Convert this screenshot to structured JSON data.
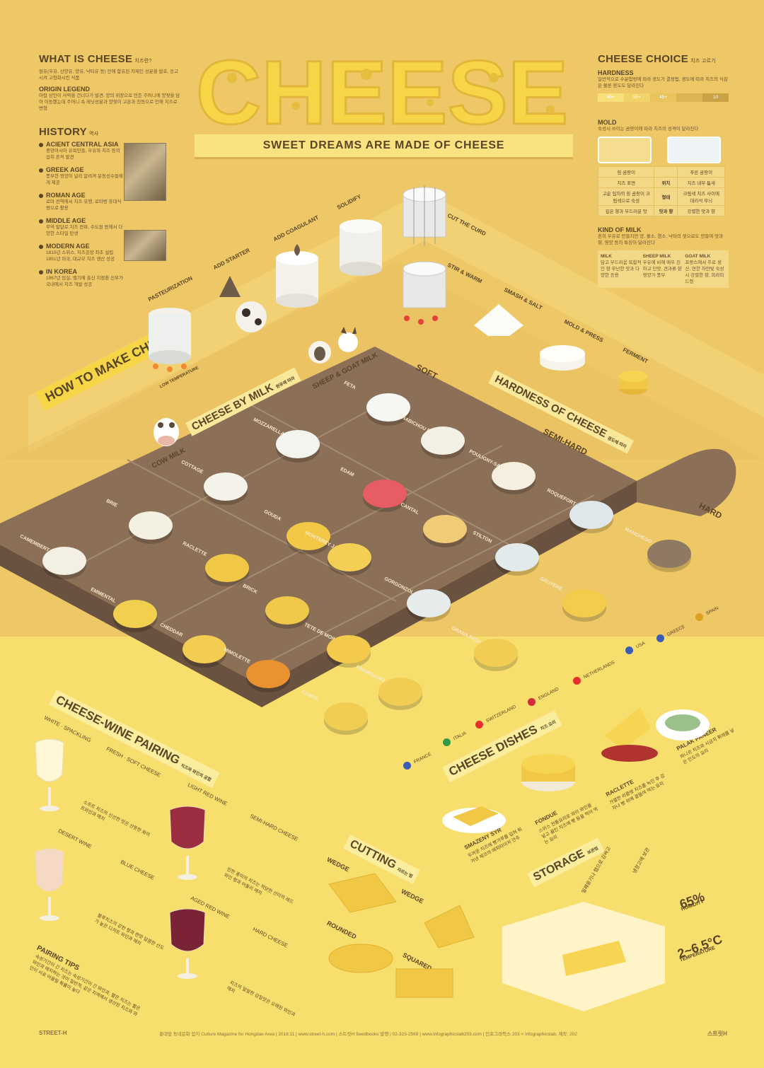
{
  "title": "CHEESE",
  "subtitle": "SWEET DREAMS ARE MADE OF CHEESE",
  "what_is": {
    "heading": "WHAT IS CHEESE",
    "heading_kr": "치즈란?",
    "text": "원유(우유, 산양유, 양유, 낙타유 등) 안에 함유된 카제인 성분을 발효, 응고시켜 고형화시킨 식품",
    "origin_heading": "ORIGIN LEGEND",
    "origin_text": "아랍 상인이 사막을 건너다가 발견. 양의 위장으로 만든 주머니에 양젖을 담아 이동했는데 주머니 속 레닛성분과 양젖이 고온과 진동으로 인해 치즈로 변형"
  },
  "history": {
    "heading": "HISTORY",
    "heading_kr": "역사",
    "items": [
      {
        "title": "ACIENT CENTRAL ASIA",
        "text": "중앙아시아 유목민들, 우유와 치즈 등의 섭취 흔적 발견"
      },
      {
        "title": "GREEK AGE",
        "text": "풍부한 영양이 널리 알려져 운동선수들에게 제공"
      },
      {
        "title": "ROMAN AGE",
        "text": "로마 전역에서 치즈 유행, 로마병 휴대식량으로 활용"
      },
      {
        "title": "MIDDLE AGE",
        "text": "무역 발달로 치즈 전파, 수도원 등에서 다양한 스타일 탄생"
      },
      {
        "title": "MODERN AGE",
        "text": "1815년 스위스, 치즈공장 최초 설립 1851년 미국, 대규모 치즈 생산 성공"
      },
      {
        "title": "IN KOREA",
        "text": "1967년 임실, 벨기에 출신 지정환 신부가 국내에서 치즈 개발 성공"
      }
    ]
  },
  "choice": {
    "heading": "CHEESE CHOICE",
    "heading_kr": "치즈 고르기",
    "hardness_heading": "HARDNESS",
    "hardness_text": "일반적으로 수분함량에 따라 경도가 결정됨, 경도에 따라 치즈의 식감은 물론 용도도 달라진다",
    "hardness_levels": [
      "80+",
      "55+",
      "45+",
      "",
      "10"
    ],
    "mold_heading": "MOLD",
    "mold_text": "숙성시 쓰이는 곰팡이에 따라 치즈의 성격이 달라진다",
    "mold_rows": [
      [
        "흰 곰팡이",
        "",
        "푸른 곰팡이"
      ],
      [
        "치즈 표면",
        "위치",
        "치즈 내부 틈새"
      ],
      [
        "고운 입자의 흰 곰팡이 크림색으로 숙성",
        "형태",
        "크림색 치즈 사이에 대리석 무늬"
      ],
      [
        "깊은 향과 부드러운 맛",
        "맛과 향",
        "강렬한 맛과 향"
      ]
    ],
    "milk_heading": "KIND OF MILK",
    "milk_text": "흔히 우유로 만들지만 양, 물소, 염소, 낙타의 젖으로도 만들며 맛과 향, 영양 등의 특징이 달라진다",
    "milk_cols": [
      {
        "name": "MILK",
        "text": "담고 부드러움 복합적인 향 무난한 맛과 다양한 응용"
      },
      {
        "name": "SHEEP MILK",
        "text": "우유에 비해 매우 진하고 단맛, 견과류 향 영양가 풍부"
      },
      {
        "name": "GOAT MILK",
        "text": "프랑스에서 주로 생산, 연한 하얀빛 숙성시 강렬한 향, 피라미드형"
      }
    ]
  },
  "how_to_make": {
    "label": "HOW TO MAKE CHEESE",
    "steps": [
      "PASTEURIZATION",
      "ADD STARTER",
      "ADD COAGULANT",
      "SOLIDIFY",
      "CUT THE CURD",
      "STIR & WARM",
      "SMASH & SALT",
      "MOLD & PRESS",
      "FERMENT"
    ],
    "low_temp": "LOW TEMPERATURE"
  },
  "board": {
    "by_milk": "CHEESE BY MILK",
    "by_milk_kr": "원유에 따라",
    "hardness": "HARDNESS OF CHEESE",
    "hardness_kr": "경도에 따라",
    "axes": [
      "SHEEP & GOAT MILK",
      "COW MILK",
      "SOFT",
      "SEMI-HARD",
      "HARD"
    ],
    "cheeses": [
      "FETA",
      "MOZZARELLA",
      "COTTAGE",
      "CHABICHOU DU POITOU",
      "EDAM",
      "POULIGNY-SAINT-PIERRE",
      "ROQUEFORT",
      "BRIE",
      "GOUDA",
      "CANTAL",
      "CAMEMBERT",
      "RACLETTE",
      "MONTEREY JACK",
      "STILTON",
      "MANCHEGO",
      "EMMENTAL",
      "BRICK",
      "GORGONZOLA",
      "GRUYERE",
      "CHEDDAR",
      "TETE DE MOINE",
      "GRANA PADANO",
      "MIMOLETTE",
      "PARMIGIANO-REGGIANO",
      "COMTE"
    ],
    "countries": [
      "FRANCE",
      "ITALIA",
      "SWITZERLAND",
      "ENGLAND",
      "NETHERLANDS",
      "USA",
      "GREECE",
      "SPAIN"
    ]
  },
  "pairing": {
    "heading": "CHEESE-WINE PAIRING",
    "heading_kr": "치즈와 와인의 궁합",
    "pairs": [
      {
        "wine": "WHITE · SPACKLING",
        "cheese": "FRESH · SOFT CHEESE",
        "text": "소프트 치즈의 신선한 맛은 산뜻한 화이트와인과 매치"
      },
      {
        "wine": "LIGHT RED WINE",
        "cheese": "SEMI-HARD CHEESE",
        "text": "진한 풍미의 치즈는 적당한 산미의 레드와인 향과 어울리 매치"
      },
      {
        "wine": "DESERT WINE",
        "cheese": "BLUE CHEESE",
        "text": "블루치즈의 강한 향과 짠맛 달콤한 산도가 높은 디저트 와인과 매치"
      },
      {
        "wine": "AGED RED WINE",
        "cheese": "HARD CHEESE",
        "text": "치즈의 알알한 감칠맛은 오래된 와인과 매치"
      }
    ],
    "tips_heading": "PAIRING TIPS",
    "tips_text": "숙성기간이 긴 치즈는 숙성기간이 긴 와인과, 짧은 치즈는 짧은 와인과 매치하는 것이 일반적, 같은 지역에서 생산된 치즈와 와인이 서로 어울릴 확률이 높다"
  },
  "dishes": {
    "heading": "CHEESE DISHES",
    "heading_kr": "치즈 요리",
    "items": [
      {
        "name": "SMAZENY SYR",
        "text": "두꺼운 치즈에 빵가루를 입혀 튀겨낸 체코의 에피타이저 안주"
      },
      {
        "name": "FONDUE",
        "text": "스위스 전통요리로 와이 와인을 넣고 끓인 치즈에 빵 등을 찍어 먹는 요리"
      },
      {
        "name": "RACLETTE",
        "text": "가열한 라클렛 치즈를 녹인 후 감자나 빵 위에 곁들여 먹는 요리"
      },
      {
        "name": "PALAK PANEER",
        "text": "파니르 치즈와 시금치 퓌레를 넣은 인도의 요리"
      }
    ]
  },
  "cutting": {
    "heading": "CUTTING",
    "heading_kr": "자르는 법",
    "types": [
      "WEDGE",
      "WEDGE",
      "ROUNDED",
      "SQUARED"
    ]
  },
  "storage": {
    "heading": "STORAGE",
    "heading_kr": "보관법",
    "wrap_text": "밀폐용기나 랩으로 감싸고",
    "fridge_text": "냉장고에 보관",
    "humidity": "65%",
    "humidity_label": "HUMIDITY",
    "temperature": "2~6.5°C",
    "temperature_label": "TEMPERATURE"
  },
  "footer": {
    "left": "STREET-H",
    "center": "홍대앞 동네문화 잡지 Culture Magazine for Hongdae Area | 2018.11 | www.street-h.com | 스트릿H Seedbooks 발행 | 02-323-2569 | www.infographicslab203.com | 인포그래픽스 203 × infographicslab, 제작: 202",
    "right": "스트릿H"
  },
  "colors": {
    "accent": "#f6d647",
    "brown": "#5a4526",
    "board": "#8b6f56",
    "bg_top": "#eec767",
    "bg_bottom": "#f8de6d"
  }
}
